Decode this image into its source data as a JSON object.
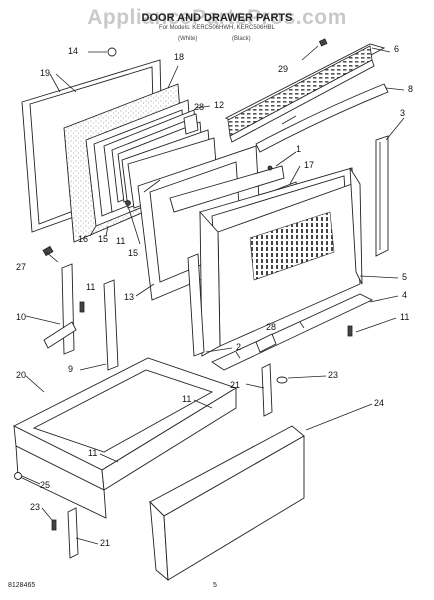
{
  "watermark": "AppliancePartsPros.com",
  "header": {
    "title": "DOOR AND DRAWER PARTS",
    "subtitle": "For Models: KERC506HWH, KERC506HBL",
    "color_white": "(White)",
    "color_black": "(Black)"
  },
  "callouts": [
    "14",
    "19",
    "18",
    "28",
    "12",
    "29",
    "6",
    "8",
    "3",
    "1",
    "17",
    "16",
    "15",
    "11",
    "15",
    "27",
    "13",
    "11",
    "10",
    "5",
    "4",
    "11",
    "28",
    "9",
    "2",
    "20",
    "21",
    "23",
    "11",
    "24",
    "11",
    "25",
    "23",
    "21"
  ],
  "footer": {
    "code": "8128465",
    "page": "5"
  }
}
